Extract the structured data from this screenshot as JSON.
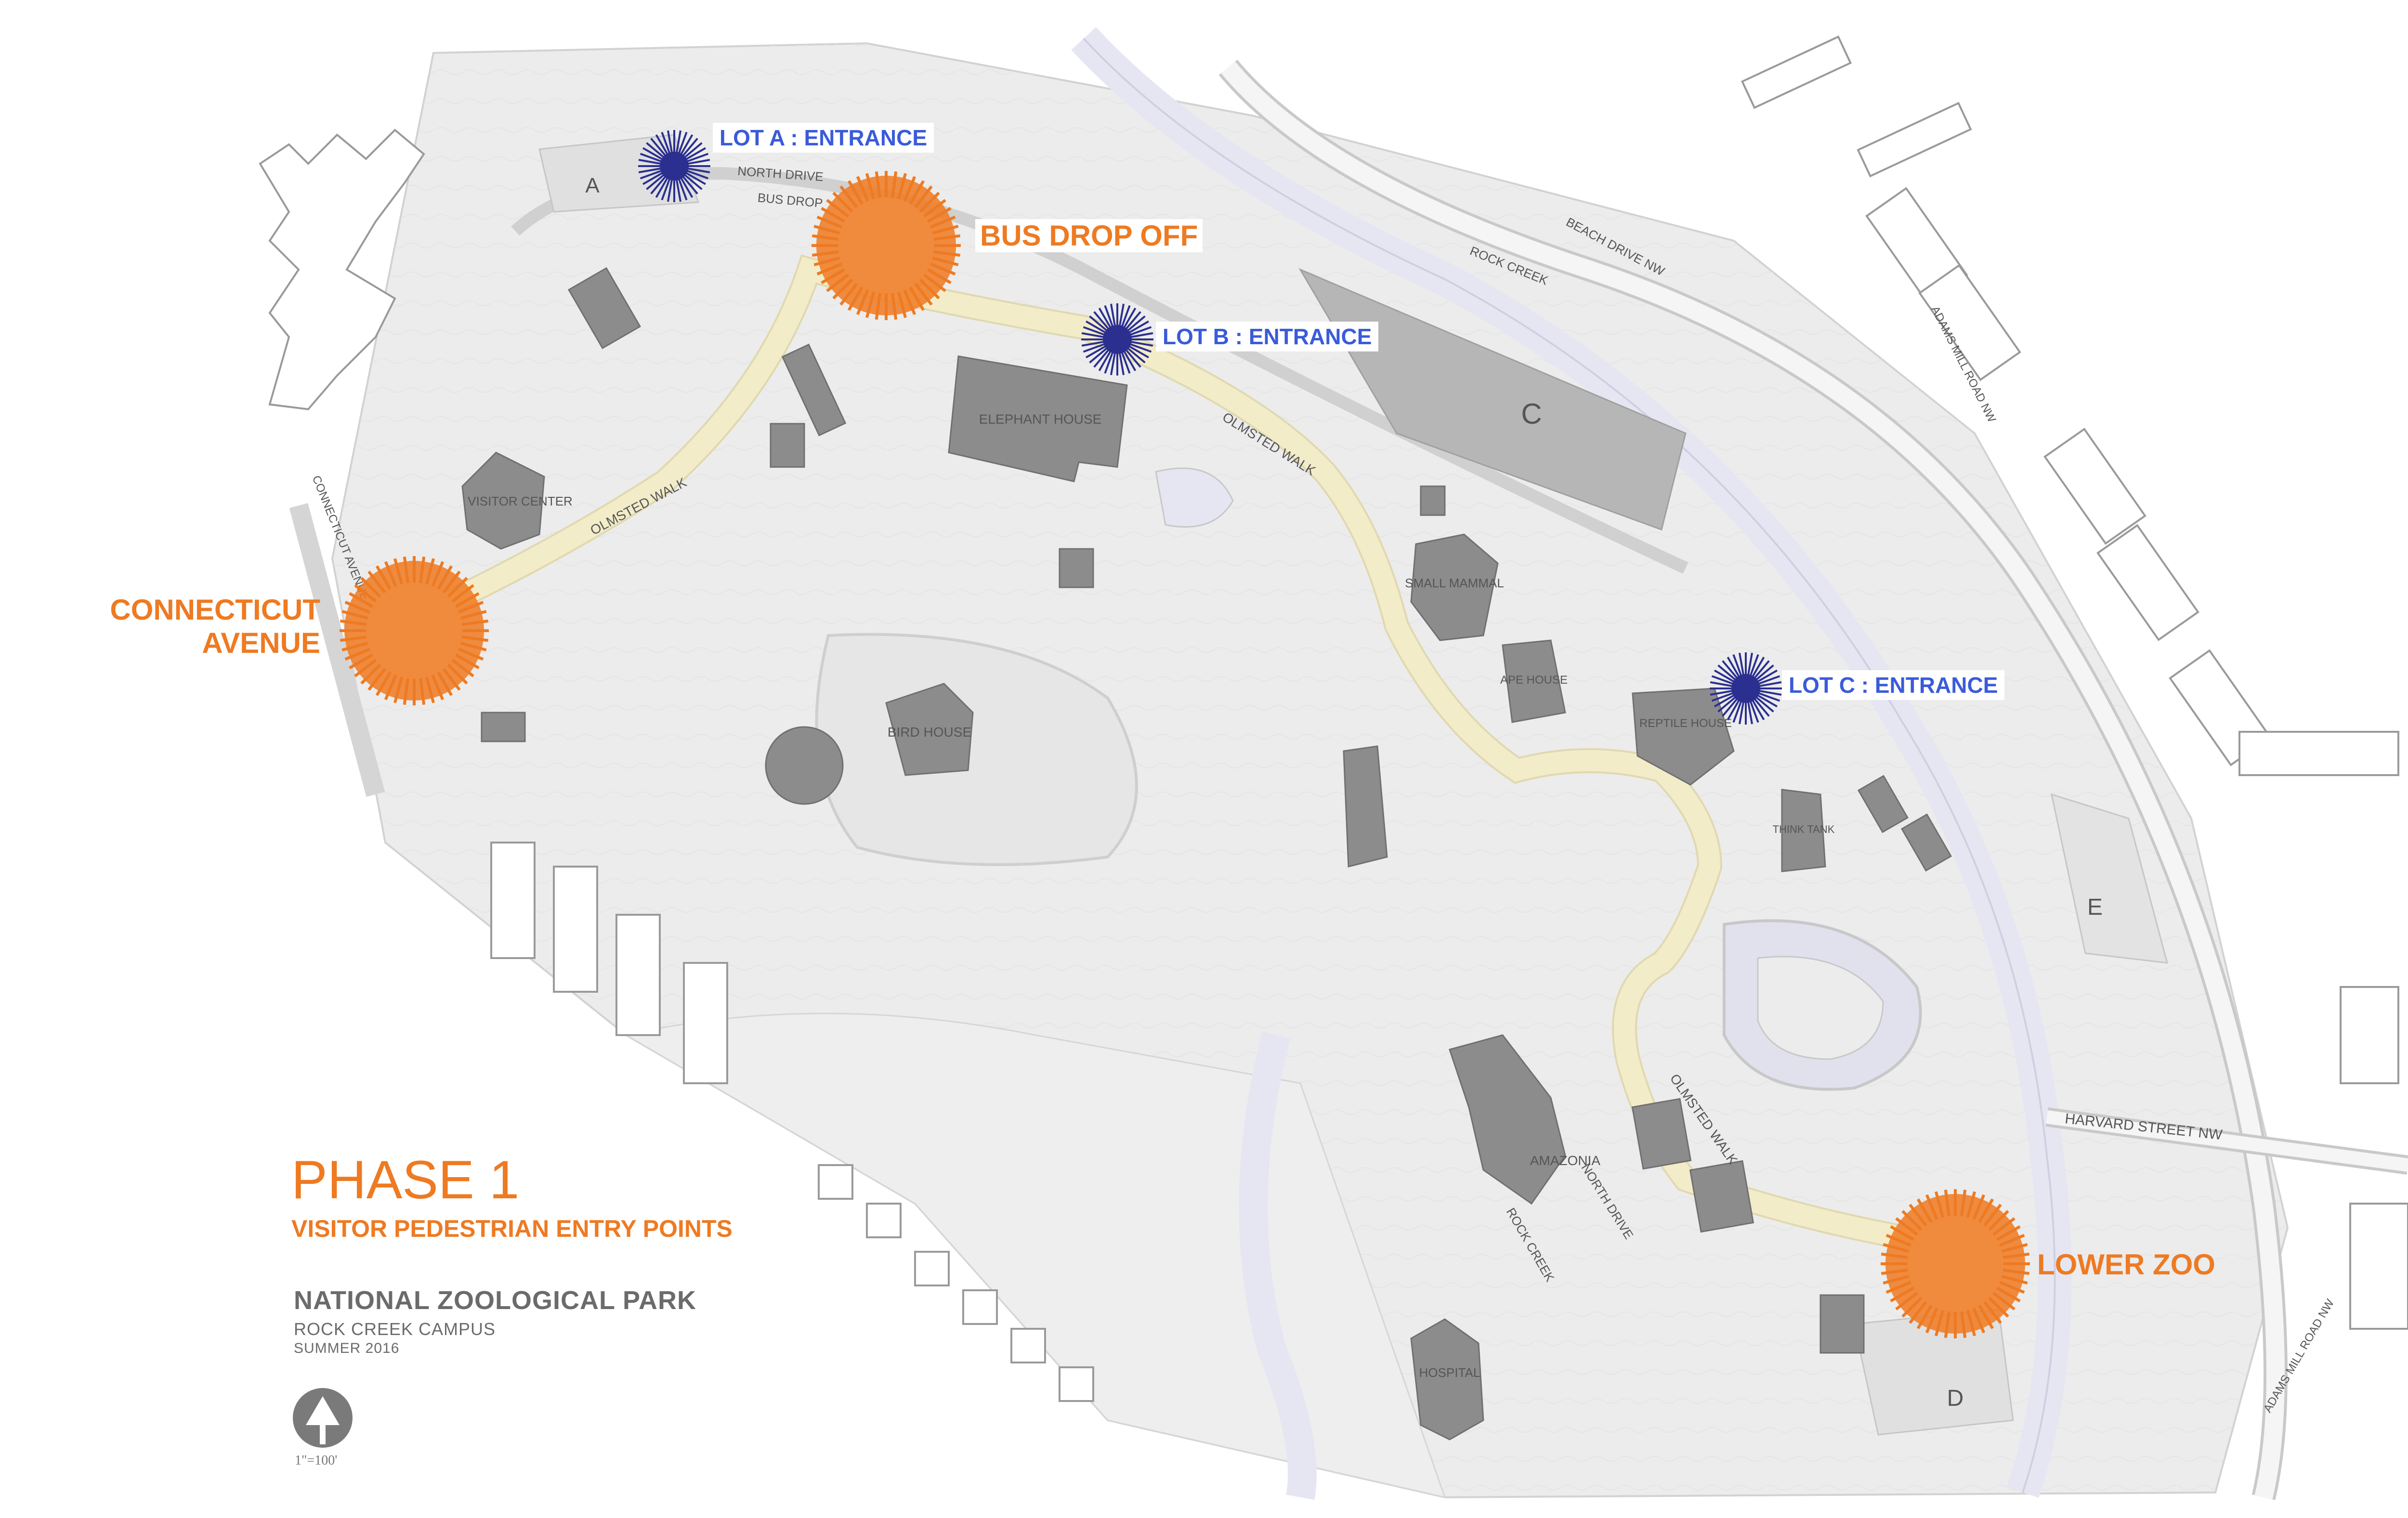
{
  "map": {
    "title": "PHASE 1",
    "subtitle": "VISITOR PEDESTRIAN ENTRY POINTS",
    "park_name": "NATIONAL ZOOLOGICAL PARK",
    "campus": "ROCK CREEK CAMPUS",
    "date": "SUMMER 2016",
    "scale": "1\"=100'",
    "colors": {
      "entry_orange": "#ee7a22",
      "lot_blue": "#3a5bd9",
      "lot_burst": "#2b2f8f",
      "walk": "#f3ecc9",
      "creek": "#e6e6f3",
      "building": "#8c8c8c"
    },
    "entry_points": [
      {
        "label": "BUS DROP OFF"
      },
      {
        "label": "CONNECTICUT\nAVENUE"
      },
      {
        "label": "LOWER ZOO"
      }
    ],
    "lot_entrances": [
      {
        "label": "LOT A : ENTRANCE"
      },
      {
        "label": "LOT B : ENTRANCE"
      },
      {
        "label": "LOT C : ENTRANCE"
      }
    ],
    "buildings": {
      "visitor_center": "VISITOR CENTER",
      "elephant_house": "ELEPHANT HOUSE",
      "bird_house": "BIRD HOUSE",
      "small_mammal": "SMALL MAMMAL",
      "ape_house": "APE HOUSE",
      "reptile_house": "REPTILE HOUSE",
      "think_tank": "THINK TANK",
      "amazonia": "AMAZONIA",
      "hospital": "HOSPITAL"
    },
    "parking_lots": [
      "A",
      "C",
      "D",
      "E"
    ],
    "roads": {
      "north_drive": "NORTH DRIVE",
      "bus_drop": "BUS DROP",
      "beach_drive": "BEACH DRIVE NW",
      "rock_creek": "ROCK CREEK",
      "adams_mill": "ADAMS MILL ROAD NW",
      "harvard_street": "HARVARD STREET NW",
      "connecticut": "CONNECTICUT AVENUE",
      "olmsted_walk": "OLMSTED WALK"
    }
  }
}
